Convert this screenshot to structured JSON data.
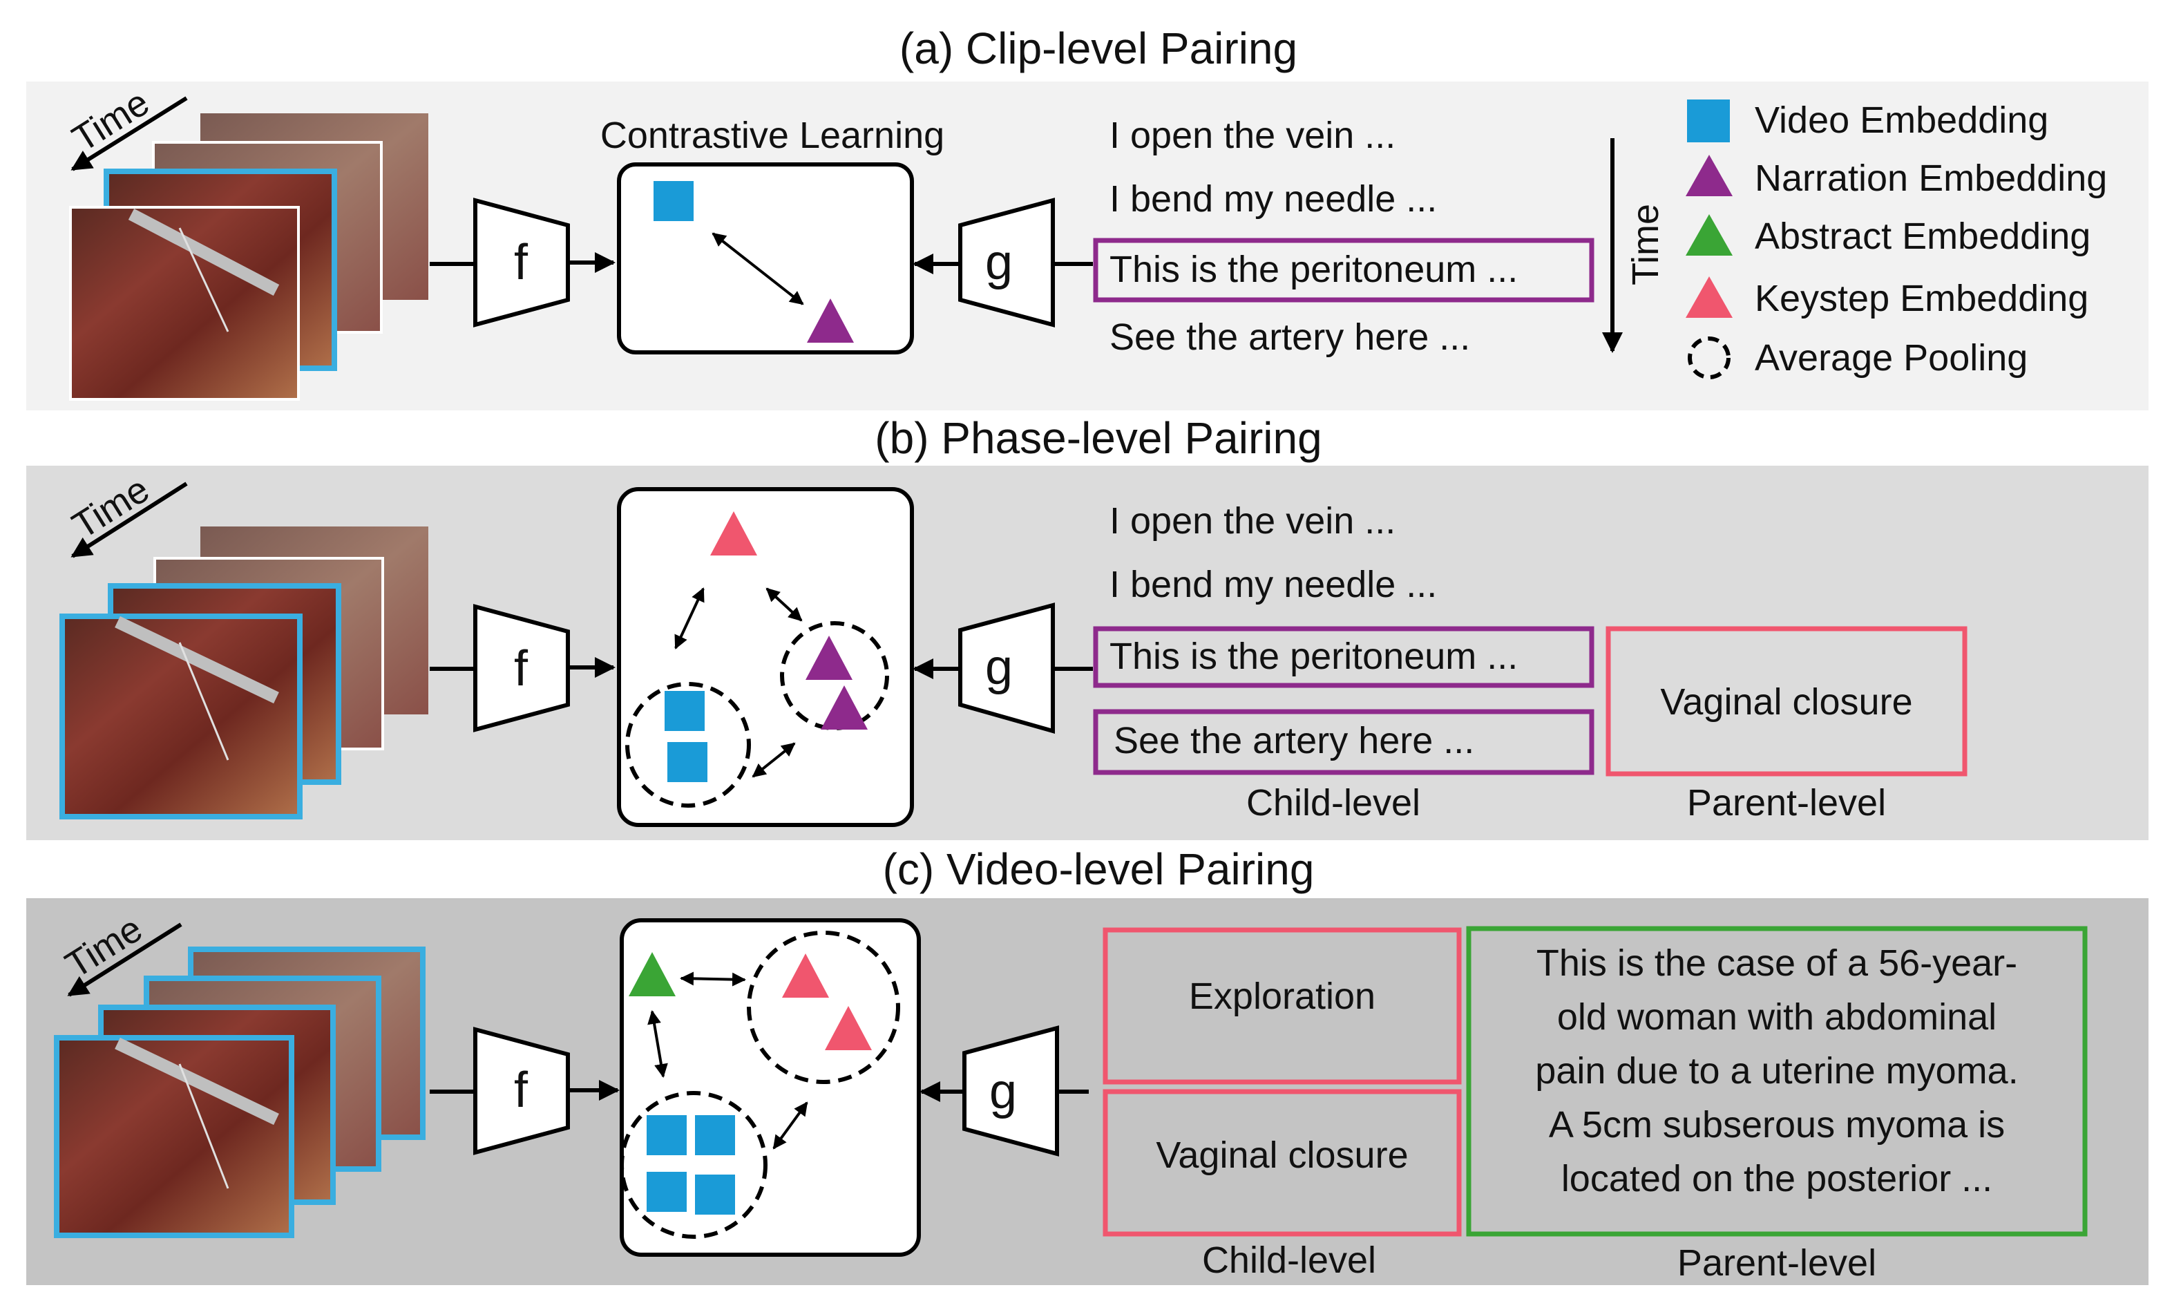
{
  "panels": {
    "a": {
      "title": "(a) Clip-level Pairing",
      "time_label": "Time",
      "encoder_video": "f",
      "encoder_text": "g",
      "space_label": "Contrastive Learning",
      "narrations": [
        "I open the vein ...",
        "I bend my needle ...",
        "This is the peritoneum ...",
        "See the artery here ..."
      ],
      "time_axis_label": "Time"
    },
    "b": {
      "title": "(b) Phase-level Pairing",
      "time_label": "Time",
      "encoder_video": "f",
      "encoder_text": "g",
      "narrations": [
        "I open the vein ...",
        "I bend my needle ...",
        "This is the peritoneum ...",
        "See the artery here ..."
      ],
      "parent_text": "Vaginal closure",
      "child_label": "Child-level",
      "parent_label": "Parent-level"
    },
    "c": {
      "title": "(c) Video-level Pairing",
      "time_label": "Time",
      "encoder_video": "f",
      "encoder_text": "g",
      "child_texts": [
        "Exploration",
        "Vaginal closure"
      ],
      "abstract_lines": [
        "This is the case of a 56-year-",
        "old woman with abdominal",
        "pain due to a uterine myoma.",
        "A 5cm subserous myoma is",
        "located on the posterior ..."
      ],
      "child_label": "Child-level",
      "parent_label": "Parent-level"
    }
  },
  "legend": [
    {
      "label": "Video Embedding",
      "shape": "square",
      "color": "#1a9bd7"
    },
    {
      "label": "Narration Embedding",
      "shape": "triangle",
      "color": "#8e2a8c"
    },
    {
      "label": "Abstract Embedding",
      "shape": "triangle",
      "color": "#3aa535"
    },
    {
      "label": "Keystep Embedding",
      "shape": "triangle",
      "color": "#f0566e"
    },
    {
      "label": "Average Pooling",
      "shape": "dashed-circle",
      "color": "#000000"
    }
  ],
  "colors": {
    "video": "#1a9bd7",
    "narration": "#8e2a8c",
    "abstract": "#3aa535",
    "keystep": "#f0566e",
    "panel_a_bg": "#f2f2f2",
    "panel_b_bg": "#dcdcdc",
    "panel_c_bg": "#c4c4c4",
    "frame_border": "#3aaee0"
  },
  "icons": {
    "frames": "surgical-video-frames",
    "video_encoder": "trapezoid-encoder-f",
    "text_encoder": "trapezoid-encoder-g"
  }
}
